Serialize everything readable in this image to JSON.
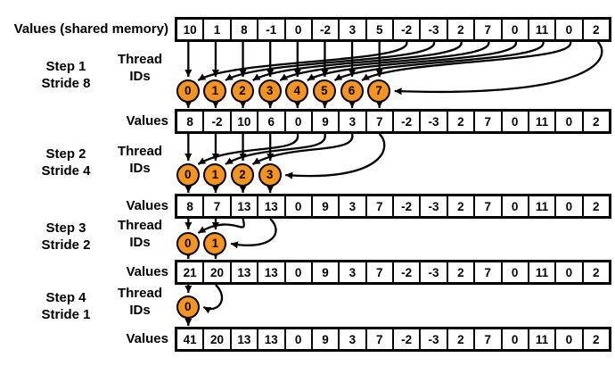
{
  "labels": {
    "title": "Values (shared memory)",
    "values": "Values",
    "thread_line1": "Thread",
    "thread_line2": "IDs"
  },
  "colors": {
    "circle_fill": "#F7941E",
    "line": "#000000",
    "cell_bg": "#FFFFFF"
  },
  "rows": {
    "initial": [
      10,
      1,
      8,
      -1,
      0,
      -2,
      3,
      5,
      -2,
      -3,
      2,
      7,
      0,
      11,
      0,
      2
    ],
    "step1": [
      8,
      -2,
      10,
      6,
      0,
      9,
      3,
      7,
      -2,
      -3,
      2,
      7,
      0,
      11,
      0,
      2
    ],
    "step2": [
      8,
      7,
      13,
      13,
      0,
      9,
      3,
      7,
      -2,
      -3,
      2,
      7,
      0,
      11,
      0,
      2
    ],
    "step3": [
      21,
      20,
      13,
      13,
      0,
      9,
      3,
      7,
      -2,
      -3,
      2,
      7,
      0,
      11,
      0,
      2
    ],
    "step4": [
      41,
      20,
      13,
      13,
      0,
      9,
      3,
      7,
      -2,
      -3,
      2,
      7,
      0,
      11,
      0,
      2
    ]
  },
  "steps": [
    {
      "step_label": "Step 1",
      "stride_label": "Stride 8",
      "thread_ids": [
        0,
        1,
        2,
        3,
        4,
        5,
        6,
        7
      ]
    },
    {
      "step_label": "Step 2",
      "stride_label": "Stride 4",
      "thread_ids": [
        0,
        1,
        2,
        3
      ]
    },
    {
      "step_label": "Step 3",
      "stride_label": "Stride 2",
      "thread_ids": [
        0,
        1
      ]
    },
    {
      "step_label": "Step 4",
      "stride_label": "Stride 1",
      "thread_ids": [
        0
      ]
    }
  ]
}
